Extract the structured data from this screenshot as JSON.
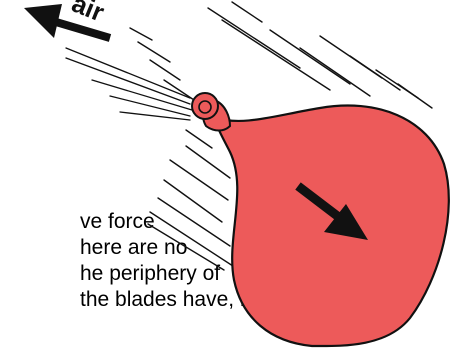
{
  "diagram": {
    "air_label": "air",
    "balloon_color": "#ed5a5a",
    "outline_color": "#111111",
    "text_lines": [
      "ve  force",
      "here  are  no",
      "he periphery of",
      "the blades have, in"
    ],
    "icons": {
      "air_arrow": "arrow-up-left-icon",
      "motion_arrow": "arrow-down-right-icon"
    }
  }
}
